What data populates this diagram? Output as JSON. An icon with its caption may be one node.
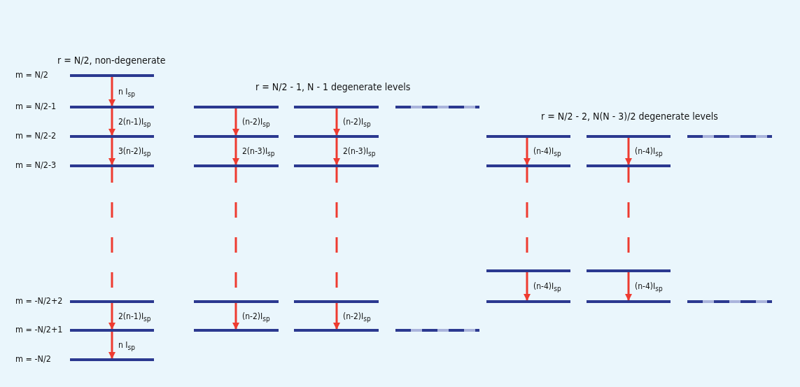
{
  "diagram": {
    "nodes": [
      {
        "text": [],
        "shape": "bar",
        "beside": [
          "m = N/2"
        ]
      },
      {
        "text": [],
        "shape": "bar",
        "beside": [
          "m = N/2-1"
        ]
      },
      {
        "text": [],
        "shape": "bar",
        "beside": [
          "m = N/2-2"
        ]
      },
      {
        "text": [],
        "shape": "bar",
        "beside": [
          "m = N/2-3"
        ]
      },
      {
        "text": [],
        "shape": "bar",
        "beside": [
          "m = -N/2+2"
        ]
      },
      {
        "text": [],
        "shape": "bar",
        "beside": [
          "m = -N/2+1"
        ]
      },
      {
        "text": [],
        "shape": "bar",
        "beside": [
          "m = -N/2"
        ]
      },
      {
        "text": [],
        "shape": "bar"
      },
      {
        "text": [],
        "shape": "bar"
      },
      {
        "text": [],
        "shape": "bar"
      },
      {
        "text": [],
        "shape": "bar"
      },
      {
        "text": [],
        "shape": "bar"
      },
      {
        "text": [],
        "shape": "bar"
      },
      {
        "text": [],
        "shape": "bar"
      },
      {
        "text": [],
        "shape": "bar"
      },
      {
        "text": [],
        "shape": "bar"
      },
      {
        "text": [],
        "shape": "bar"
      },
      {
        "text": [],
        "shape": "bar"
      },
      {
        "text": [],
        "shape": "bar"
      },
      {
        "text": [],
        "shape": "bar"
      },
      {
        "text": [],
        "shape": "bar"
      },
      {
        "text": [],
        "shape": "bar"
      },
      {
        "text": [],
        "shape": "bar"
      },
      {
        "text": [],
        "shape": "bar"
      },
      {
        "text": [],
        "shape": "bar"
      },
      {
        "text": [],
        "shape": "bar"
      },
      {
        "text": [],
        "shape": "bar"
      },
      {
        "text": [],
        "shape": "bar"
      },
      {
        "text": [],
        "shape": "bar"
      }
    ],
    "edges": [
      {
        "from": 0,
        "to": 1,
        "arrow": "to",
        "label": "n I$_{sp}$"
      },
      {
        "from": 1,
        "to": 2,
        "arrow": "to",
        "label": "2(n-1)I$_{sp}$"
      },
      {
        "from": 2,
        "to": 3,
        "arrow": "to",
        "label": "3(n-2)I$_{sp}$"
      },
      {
        "from": 3,
        "to": 4,
        "arrow": "none",
        "style": "dashed"
      },
      {
        "from": 4,
        "to": 5,
        "arrow": "to",
        "label": "2(n-1)I$_{sp}$"
      },
      {
        "from": 5,
        "to": 6,
        "arrow": "to",
        "label": "n I$_{sp}$"
      },
      {
        "from": 7,
        "to": 8,
        "arrow": "to",
        "label": "(n-2)I$_{sp}$"
      },
      {
        "from": 8,
        "to": 9,
        "arrow": "to",
        "label": "2(n-3)I$_{sp}$"
      },
      {
        "from": 9,
        "to": 10,
        "arrow": "none",
        "style": "dashed"
      },
      {
        "from": 10,
        "to": 11,
        "arrow": "to",
        "label": "(n-2)I$_{sp}$"
      },
      {
        "from": 12,
        "to": 13,
        "arrow": "to",
        "label": "(n-2)I$_{sp}$"
      },
      {
        "from": 13,
        "to": 14,
        "arrow": "to",
        "label": "2(n-3)I$_{sp}$"
      },
      {
        "from": 14,
        "to": 15,
        "arrow": "none",
        "style": "dashed"
      },
      {
        "from": 15,
        "to": 16,
        "arrow": "to",
        "label": "(n-2)I$_{sp}$"
      },
      {
        "from": 19,
        "to": 20,
        "arrow": "to",
        "label": "(n-4)I$_{sp}$"
      },
      {
        "from": 20,
        "to": 21,
        "arrow": "none",
        "style": "dashed"
      },
      {
        "from": 21,
        "to": 22,
        "arrow": "to",
        "label": "(n-4)I$_{sp}$"
      },
      {
        "from": 23,
        "to": 24,
        "arrow": "to",
        "label": "(n-4)I$_{sp}$"
      },
      {
        "from": 24,
        "to": 25,
        "arrow": "none",
        "style": "dashed"
      },
      {
        "from": 25,
        "to": 26,
        "arrow": "to",
        "label": "(n-4)I$_{sp}$"
      }
    ],
    "labels": [
      "r = N/2, non-degenerate",
      "r = N/2 - 1, N - 1 degenerate levels",
      "r = N/2 - 2, N(N - 3)/2 degenerate levels"
    ]
  }
}
